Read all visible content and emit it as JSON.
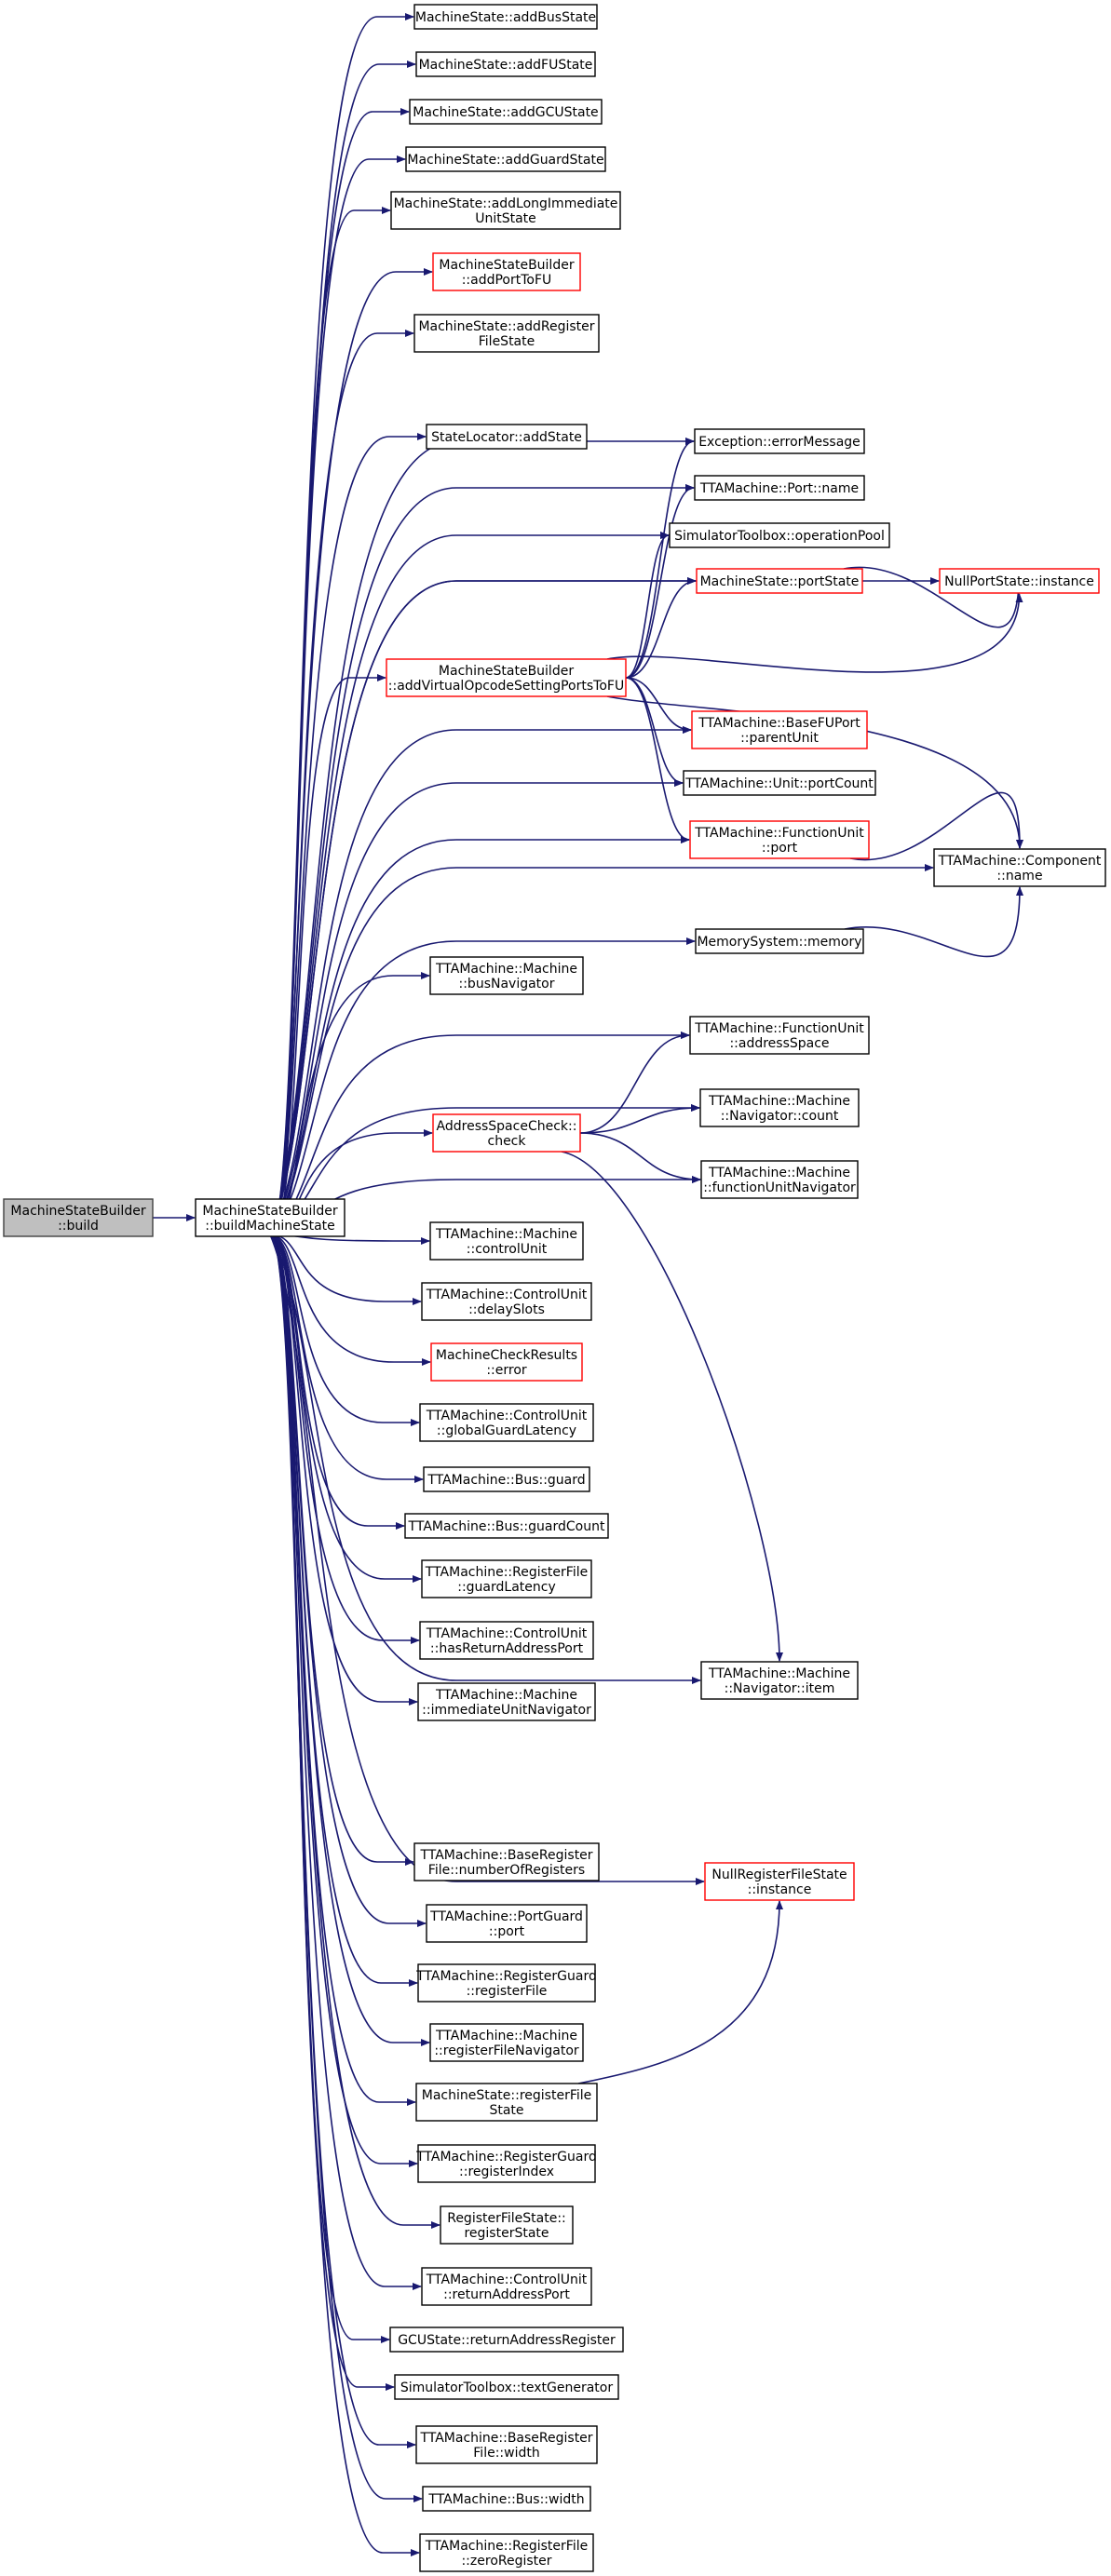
{
  "colors": {
    "edge": "#191970",
    "box_border": "#000000",
    "incomplete_border": "#ff0000",
    "root_fill": "#bfbfbf",
    "background": "#ffffff"
  },
  "nodes": [
    {
      "id": "root",
      "lines": [
        "MachineStateBuilder",
        "::build"
      ],
      "style": "root"
    },
    {
      "id": "bms",
      "lines": [
        "MachineStateBuilder",
        "::buildMachineState"
      ],
      "style": "normal"
    },
    {
      "id": "addBusState",
      "lines": [
        "MachineState::addBusState"
      ],
      "style": "normal"
    },
    {
      "id": "addFUState",
      "lines": [
        "MachineState::addFUState"
      ],
      "style": "normal"
    },
    {
      "id": "addGCUState",
      "lines": [
        "MachineState::addGCUState"
      ],
      "style": "normal"
    },
    {
      "id": "addGuardState",
      "lines": [
        "MachineState::addGuardState"
      ],
      "style": "normal"
    },
    {
      "id": "addLIU",
      "lines": [
        "MachineState::addLongImmediate",
        "UnitState"
      ],
      "style": "normal"
    },
    {
      "id": "addPortToFU",
      "lines": [
        "MachineStateBuilder",
        "::addPortToFU"
      ],
      "style": "red"
    },
    {
      "id": "addRF",
      "lines": [
        "MachineState::addRegister",
        "FileState"
      ],
      "style": "normal"
    },
    {
      "id": "slAddState",
      "lines": [
        "StateLocator::addState"
      ],
      "style": "normal"
    },
    {
      "id": "errMsg",
      "lines": [
        "Exception::errorMessage"
      ],
      "style": "normal"
    },
    {
      "id": "portName",
      "lines": [
        "TTAMachine::Port::name"
      ],
      "style": "normal"
    },
    {
      "id": "opPool",
      "lines": [
        "SimulatorToolbox::operationPool"
      ],
      "style": "normal"
    },
    {
      "id": "portState",
      "lines": [
        "MachineState::portState"
      ],
      "style": "red"
    },
    {
      "id": "nullPort",
      "lines": [
        "NullPortState::instance"
      ],
      "style": "red"
    },
    {
      "id": "addVirt",
      "lines": [
        "MachineStateBuilder",
        "::addVirtualOpcodeSettingPortsToFU"
      ],
      "style": "red"
    },
    {
      "id": "parentUnit",
      "lines": [
        "TTAMachine::BaseFUPort",
        "::parentUnit"
      ],
      "style": "red"
    },
    {
      "id": "portCount",
      "lines": [
        "TTAMachine::Unit::portCount"
      ],
      "style": "normal"
    },
    {
      "id": "fuPort",
      "lines": [
        "TTAMachine::FunctionUnit",
        "::port"
      ],
      "style": "red"
    },
    {
      "id": "compName",
      "lines": [
        "TTAMachine::Component",
        "::name"
      ],
      "style": "normal"
    },
    {
      "id": "memory",
      "lines": [
        "MemorySystem::memory"
      ],
      "style": "normal"
    },
    {
      "id": "busNav",
      "lines": [
        "TTAMachine::Machine",
        "::busNavigator"
      ],
      "style": "normal"
    },
    {
      "id": "addrSpace",
      "lines": [
        "TTAMachine::FunctionUnit",
        "::addressSpace"
      ],
      "style": "normal"
    },
    {
      "id": "navCount",
      "lines": [
        "TTAMachine::Machine",
        "::Navigator::count"
      ],
      "style": "normal"
    },
    {
      "id": "ascCheck",
      "lines": [
        "AddressSpaceCheck::",
        "check"
      ],
      "style": "red"
    },
    {
      "id": "fuNav",
      "lines": [
        "TTAMachine::Machine",
        "::functionUnitNavigator"
      ],
      "style": "normal"
    },
    {
      "id": "ctrlUnit",
      "lines": [
        "TTAMachine::Machine",
        "::controlUnit"
      ],
      "style": "normal"
    },
    {
      "id": "delaySlots",
      "lines": [
        "TTAMachine::ControlUnit",
        "::delaySlots"
      ],
      "style": "normal"
    },
    {
      "id": "mcrError",
      "lines": [
        "MachineCheckResults",
        "::error"
      ],
      "style": "red"
    },
    {
      "id": "globalGuard",
      "lines": [
        "TTAMachine::ControlUnit",
        "::globalGuardLatency"
      ],
      "style": "normal"
    },
    {
      "id": "busGuard",
      "lines": [
        "TTAMachine::Bus::guard"
      ],
      "style": "normal"
    },
    {
      "id": "busGuardCount",
      "lines": [
        "TTAMachine::Bus::guardCount"
      ],
      "style": "normal"
    },
    {
      "id": "rfGuardLat",
      "lines": [
        "TTAMachine::RegisterFile",
        "::guardLatency"
      ],
      "style": "normal"
    },
    {
      "id": "hasRAP",
      "lines": [
        "TTAMachine::ControlUnit",
        "::hasReturnAddressPort"
      ],
      "style": "normal"
    },
    {
      "id": "navItem",
      "lines": [
        "TTAMachine::Machine",
        "::Navigator::item"
      ],
      "style": "normal"
    },
    {
      "id": "immNav",
      "lines": [
        "TTAMachine::Machine",
        "::immediateUnitNavigator"
      ],
      "style": "normal"
    },
    {
      "id": "nullRF",
      "lines": [
        "NullRegisterFileState",
        "::instance"
      ],
      "style": "red"
    },
    {
      "id": "numRegs",
      "lines": [
        "TTAMachine::BaseRegister",
        "File::numberOfRegisters"
      ],
      "style": "normal"
    },
    {
      "id": "pgPort",
      "lines": [
        "TTAMachine::PortGuard",
        "::port"
      ],
      "style": "normal"
    },
    {
      "id": "rgRF",
      "lines": [
        "TTAMachine::RegisterGuard",
        "::registerFile"
      ],
      "style": "normal"
    },
    {
      "id": "rfNav",
      "lines": [
        "TTAMachine::Machine",
        "::registerFileNavigator"
      ],
      "style": "normal"
    },
    {
      "id": "msRFState",
      "lines": [
        "MachineState::registerFile",
        "State"
      ],
      "style": "normal"
    },
    {
      "id": "rgIndex",
      "lines": [
        "TTAMachine::RegisterGuard",
        "::registerIndex"
      ],
      "style": "normal"
    },
    {
      "id": "rfsRegState",
      "lines": [
        "RegisterFileState::",
        "registerState"
      ],
      "style": "normal"
    },
    {
      "id": "retAddrPort",
      "lines": [
        "TTAMachine::ControlUnit",
        "::returnAddressPort"
      ],
      "style": "normal"
    },
    {
      "id": "gcuRAR",
      "lines": [
        "GCUState::returnAddressRegister"
      ],
      "style": "normal"
    },
    {
      "id": "textGen",
      "lines": [
        "SimulatorToolbox::textGenerator"
      ],
      "style": "normal"
    },
    {
      "id": "brfWidth",
      "lines": [
        "TTAMachine::BaseRegister",
        "File::width"
      ],
      "style": "normal"
    },
    {
      "id": "busWidth",
      "lines": [
        "TTAMachine::Bus::width"
      ],
      "style": "normal"
    },
    {
      "id": "zeroReg",
      "lines": [
        "TTAMachine::RegisterFile",
        "::zeroRegister"
      ],
      "style": "normal"
    }
  ],
  "edges": [
    [
      "root",
      "bms"
    ],
    [
      "bms",
      "addBusState"
    ],
    [
      "bms",
      "addFUState"
    ],
    [
      "bms",
      "addGCUState"
    ],
    [
      "bms",
      "addGuardState"
    ],
    [
      "bms",
      "addLIU"
    ],
    [
      "bms",
      "addPortToFU"
    ],
    [
      "bms",
      "addRF"
    ],
    [
      "bms",
      "nullPort"
    ],
    [
      "bms",
      "slAddState"
    ],
    [
      "bms",
      "errMsg"
    ],
    [
      "bms",
      "portName"
    ],
    [
      "bms",
      "opPool"
    ],
    [
      "bms",
      "portState"
    ],
    [
      "bms",
      "addVirt"
    ],
    [
      "bms",
      "parentUnit"
    ],
    [
      "bms",
      "portCount"
    ],
    [
      "bms",
      "fuPort"
    ],
    [
      "bms",
      "compName"
    ],
    [
      "bms",
      "memory"
    ],
    [
      "bms",
      "busNav"
    ],
    [
      "bms",
      "addrSpace"
    ],
    [
      "bms",
      "navCount"
    ],
    [
      "bms",
      "ascCheck"
    ],
    [
      "bms",
      "fuNav"
    ],
    [
      "bms",
      "ctrlUnit"
    ],
    [
      "bms",
      "delaySlots"
    ],
    [
      "bms",
      "mcrError"
    ],
    [
      "bms",
      "globalGuard"
    ],
    [
      "bms",
      "busGuard"
    ],
    [
      "bms",
      "busGuardCount"
    ],
    [
      "bms",
      "rfGuardLat"
    ],
    [
      "bms",
      "hasRAP"
    ],
    [
      "bms",
      "navItem"
    ],
    [
      "bms",
      "immNav"
    ],
    [
      "bms",
      "nullRF"
    ],
    [
      "bms",
      "numRegs"
    ],
    [
      "bms",
      "pgPort"
    ],
    [
      "bms",
      "rgRF"
    ],
    [
      "bms",
      "rfNav"
    ],
    [
      "bms",
      "msRFState"
    ],
    [
      "bms",
      "rgIndex"
    ],
    [
      "bms",
      "rfsRegState"
    ],
    [
      "bms",
      "retAddrPort"
    ],
    [
      "bms",
      "gcuRAR"
    ],
    [
      "bms",
      "textGen"
    ],
    [
      "bms",
      "brfWidth"
    ],
    [
      "bms",
      "busWidth"
    ],
    [
      "bms",
      "zeroReg"
    ],
    [
      "addVirt",
      "errMsg"
    ],
    [
      "addVirt",
      "portName"
    ],
    [
      "addVirt",
      "opPool"
    ],
    [
      "addVirt",
      "portState"
    ],
    [
      "addVirt",
      "nullPort"
    ],
    [
      "addVirt",
      "parentUnit"
    ],
    [
      "addVirt",
      "portCount"
    ],
    [
      "addVirt",
      "fuPort"
    ],
    [
      "addVirt",
      "compName"
    ],
    [
      "portState",
      "nullPort"
    ],
    [
      "fuPort",
      "compName"
    ],
    [
      "memory",
      "compName"
    ],
    [
      "ascCheck",
      "addrSpace"
    ],
    [
      "ascCheck",
      "navCount"
    ],
    [
      "ascCheck",
      "fuNav"
    ],
    [
      "ascCheck",
      "navItem"
    ],
    [
      "msRFState",
      "nullRF"
    ]
  ]
}
